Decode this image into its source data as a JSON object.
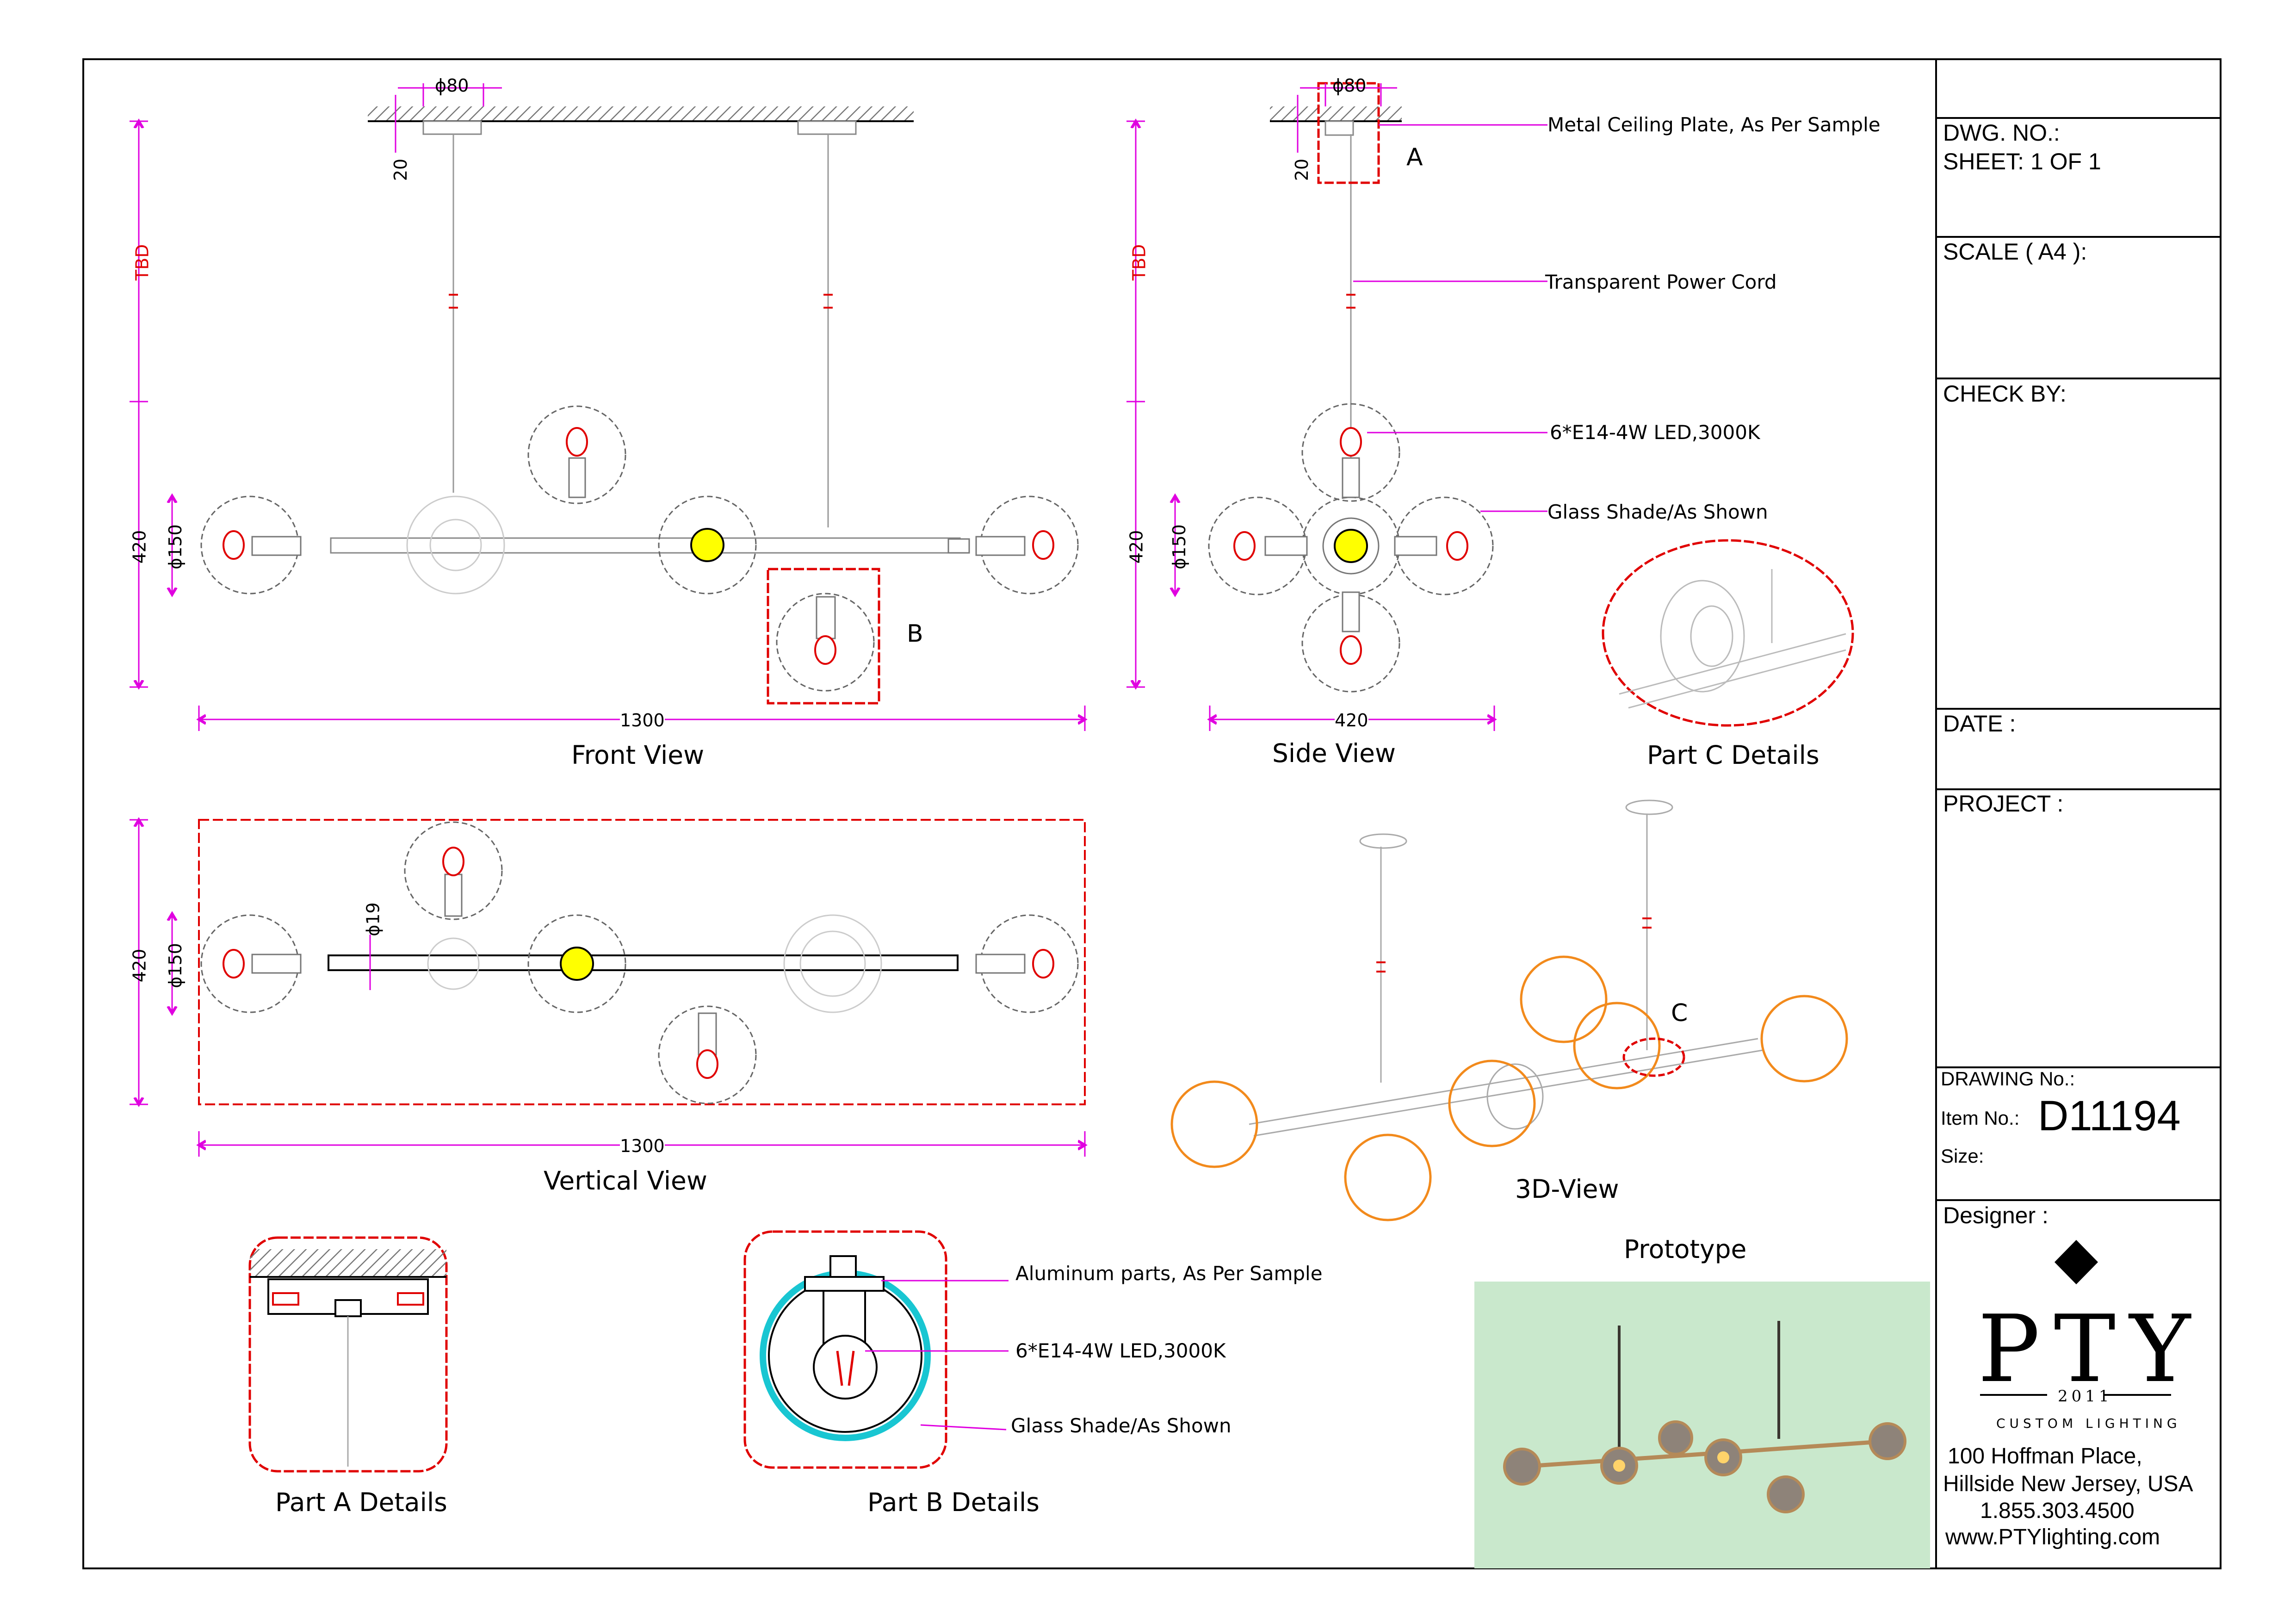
{
  "views": {
    "front": "Front View",
    "side": "Side View",
    "part_c": "Part C Details",
    "vertical": "Vertical View",
    "three_d": "3D-View",
    "prototype": "Prototype",
    "part_a": "Part A Details",
    "part_b": "Part B Details"
  },
  "callouts": {
    "ceiling_plate": "Metal Ceiling Plate, As Per Sample",
    "power_cord": "Transparent Power Cord",
    "led_side": "6*E14-4W LED,3000K",
    "glass_side": "Glass Shade/As Shown",
    "aluminum": "Aluminum parts, As Per Sample",
    "led_b": "6*E14-4W LED,3000K",
    "glass_b": "Glass Shade/As Shown"
  },
  "markers": {
    "a": "A",
    "b": "B",
    "c": "C"
  },
  "dimensions": {
    "plate_dia": "ϕ80",
    "plate_h": "20",
    "drop": "TBD",
    "height": "420",
    "shade_dia": "ϕ150",
    "length": "1300",
    "side_width": "420",
    "rod_dia": "ϕ19"
  },
  "title_block": {
    "dwg_no": "DWG. NO.:",
    "sheet": "SHEET: 1 OF 1",
    "scale": "SCALE ( A4 ):",
    "check_by": "CHECK BY:",
    "date": "DATE :",
    "project": "PROJECT :",
    "drawing_no": "DRAWING No.:",
    "item_no_label": "Item No.:",
    "item_no": "D11194",
    "size": "Size:",
    "designer": "Designer :"
  },
  "logo": {
    "name": "PTY",
    "year": "2011",
    "tagline": "CUSTOM LIGHTING"
  },
  "address": {
    "line1": "100 Hoffman Place,",
    "line2": "Hillside New Jersey, USA",
    "phone": "1.855.303.4500",
    "web": "www.PTYlighting.com"
  },
  "colors": {
    "dimension": "#e000e0",
    "cloud": "#e00000",
    "bulb": "#ffff00",
    "shade_3d": "#f28a1c",
    "prototype_bg": "#c9e8cc",
    "aluminum": "#19c6d2"
  }
}
